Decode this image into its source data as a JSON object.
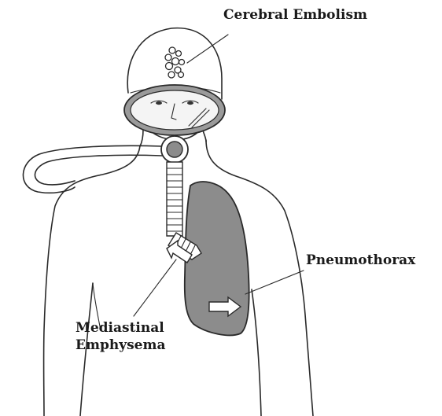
{
  "labels": {
    "cerebral": "Cerebral Embolism",
    "pneumothorax": "Pneumothorax",
    "mediastinal_line1": "Mediastinal",
    "mediastinal_line2": "Emphysema"
  },
  "colors": {
    "ink": "#2a2a2a",
    "lung": "#8c8c8c",
    "faceplate": "#9a9a9a",
    "background": "#ffffff"
  }
}
